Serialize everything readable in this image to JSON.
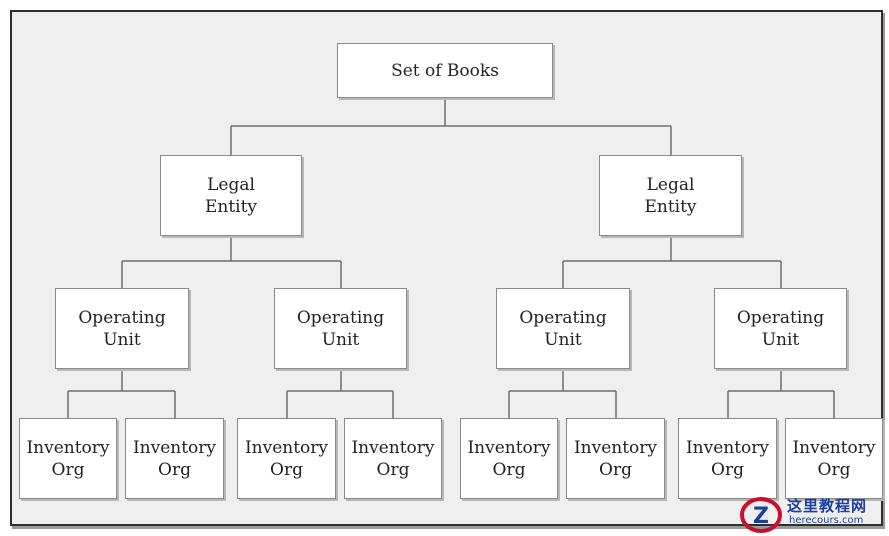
{
  "diagram": {
    "root": {
      "line1": "Set of Books"
    },
    "legal_entities": [
      {
        "line1": "Legal",
        "line2": "Entity"
      },
      {
        "line1": "Legal",
        "line2": "Entity"
      }
    ],
    "operating_units": [
      {
        "line1": "Operating",
        "line2": "Unit"
      },
      {
        "line1": "Operating",
        "line2": "Unit"
      },
      {
        "line1": "Operating",
        "line2": "Unit"
      },
      {
        "line1": "Operating",
        "line2": "Unit"
      }
    ],
    "inventory_orgs": [
      {
        "line1": "Inventory",
        "line2": "Org"
      },
      {
        "line1": "Inventory",
        "line2": "Org"
      },
      {
        "line1": "Inventory",
        "line2": "Org"
      },
      {
        "line1": "Inventory",
        "line2": "Org"
      },
      {
        "line1": "Inventory",
        "line2": "Org"
      },
      {
        "line1": "Inventory",
        "line2": "Org"
      },
      {
        "line1": "Inventory",
        "line2": "Org"
      },
      {
        "line1": "Inventory",
        "line2": "Org"
      }
    ],
    "line_color": "#6e6e6e"
  },
  "watermark": {
    "site_name": "这里教程网",
    "url": "herecours.com",
    "logo_letter": "Z",
    "logo_colors": {
      "ring": "#c8102e",
      "letter": "#1a3f9e"
    }
  }
}
